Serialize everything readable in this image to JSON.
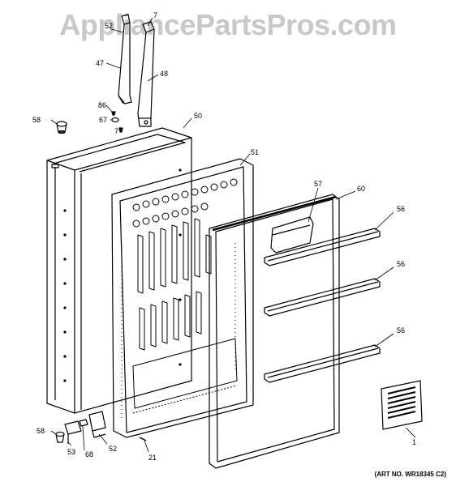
{
  "watermark": "AppliancePartsPros.com",
  "art_number": "(ART NO. WR18345 C2)",
  "callouts": {
    "c52_top": "52",
    "c7_top": "7",
    "c47": "47",
    "c48": "48",
    "c86": "86",
    "c67": "67",
    "c7_mid": "7",
    "c58_top": "58",
    "c50": "50",
    "c51": "51",
    "c57": "57",
    "c60": "60",
    "c56_a": "56",
    "c56_b": "56",
    "c56_c": "56",
    "c58_bot": "58",
    "c53": "53",
    "c68": "68",
    "c52_bot": "52",
    "c21": "21",
    "c1": "1"
  }
}
